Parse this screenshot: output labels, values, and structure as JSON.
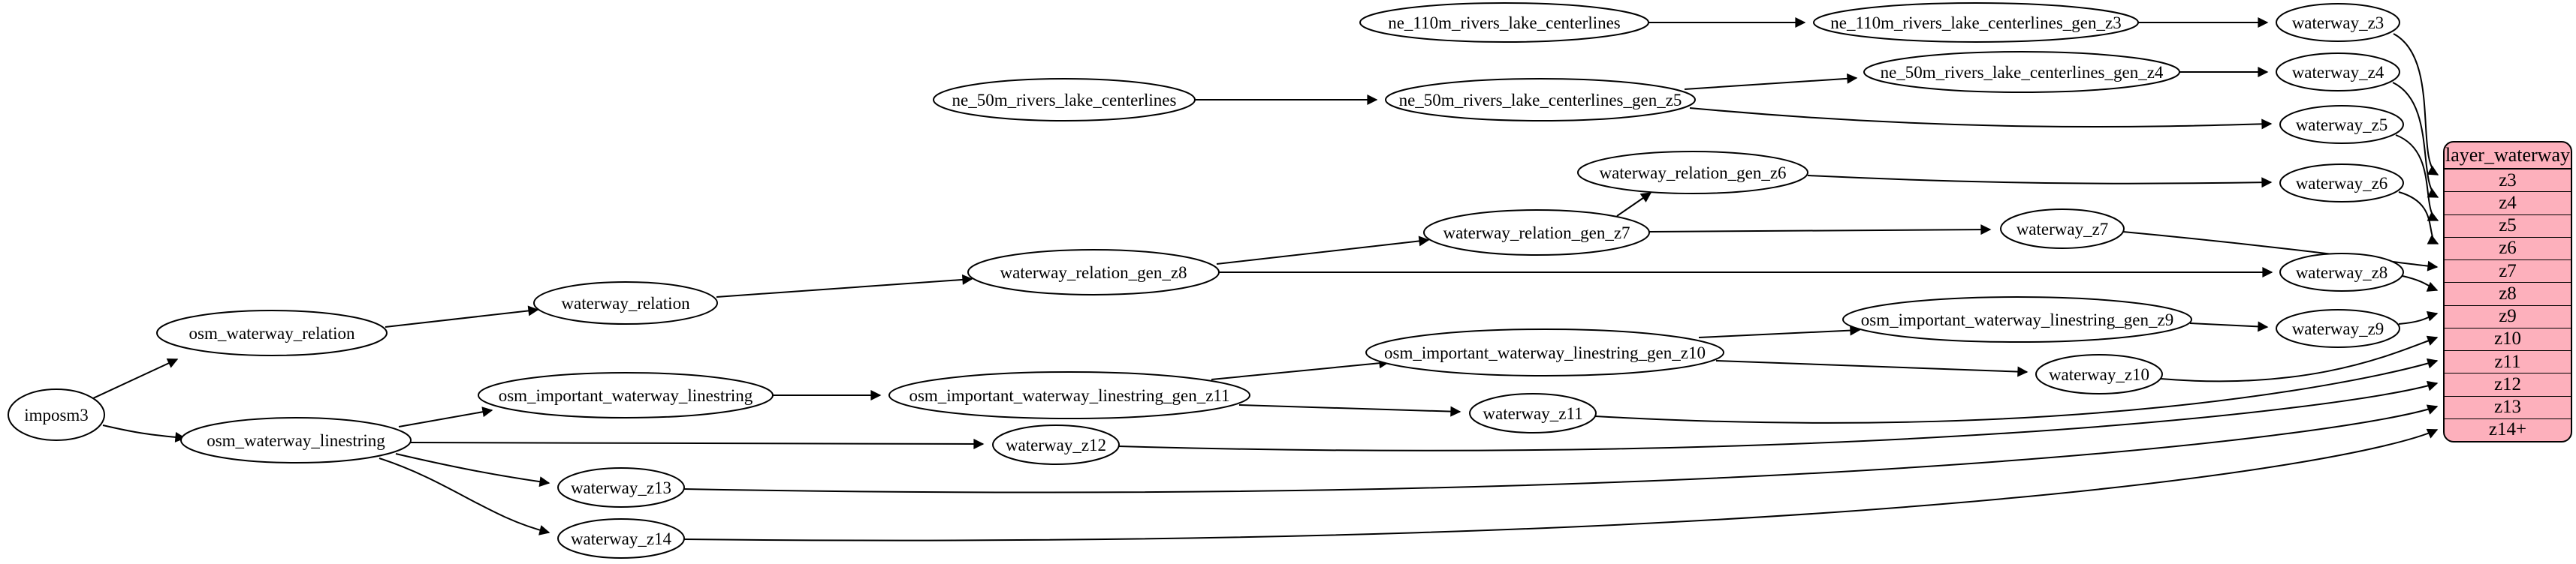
{
  "table": {
    "title": "layer_waterway",
    "rows": [
      "z3",
      "z4",
      "z5",
      "z6",
      "z7",
      "z8",
      "z9",
      "z10",
      "z11",
      "z12",
      "z13",
      "z14+"
    ]
  },
  "nodes": {
    "imposm3": "imposm3",
    "osm_waterway_relation": "osm_waterway_relation",
    "osm_waterway_linestring": "osm_waterway_linestring",
    "waterway_relation": "waterway_relation",
    "osm_important_waterway_linestring": "osm_important_waterway_linestring",
    "waterway_relation_gen_z8": "waterway_relation_gen_z8",
    "waterway_relation_gen_z7": "waterway_relation_gen_z7",
    "waterway_relation_gen_z6": "waterway_relation_gen_z6",
    "osm_important_waterway_linestring_gen_z11": "osm_important_waterway_linestring_gen_z11",
    "osm_important_waterway_linestring_gen_z10": "osm_important_waterway_linestring_gen_z10",
    "osm_important_waterway_linestring_gen_z9": "osm_important_waterway_linestring_gen_z9",
    "ne_110m_rivers_lake_centerlines": "ne_110m_rivers_lake_centerlines",
    "ne_110m_rivers_lake_centerlines_gen_z3": "ne_110m_rivers_lake_centerlines_gen_z3",
    "ne_50m_rivers_lake_centerlines": "ne_50m_rivers_lake_centerlines",
    "ne_50m_rivers_lake_centerlines_gen_z5": "ne_50m_rivers_lake_centerlines_gen_z5",
    "ne_50m_rivers_lake_centerlines_gen_z4": "ne_50m_rivers_lake_centerlines_gen_z4",
    "waterway_z3": "waterway_z3",
    "waterway_z4": "waterway_z4",
    "waterway_z5": "waterway_z5",
    "waterway_z6": "waterway_z6",
    "waterway_z7": "waterway_z7",
    "waterway_z8": "waterway_z8",
    "waterway_z9": "waterway_z9",
    "waterway_z10": "waterway_z10",
    "waterway_z11": "waterway_z11",
    "waterway_z12": "waterway_z12",
    "waterway_z13": "waterway_z13",
    "waterway_z14": "waterway_z14"
  },
  "colors": {
    "table_fill": "#fdb0bc",
    "node_fill": "#ffffff",
    "line": "#000000"
  }
}
